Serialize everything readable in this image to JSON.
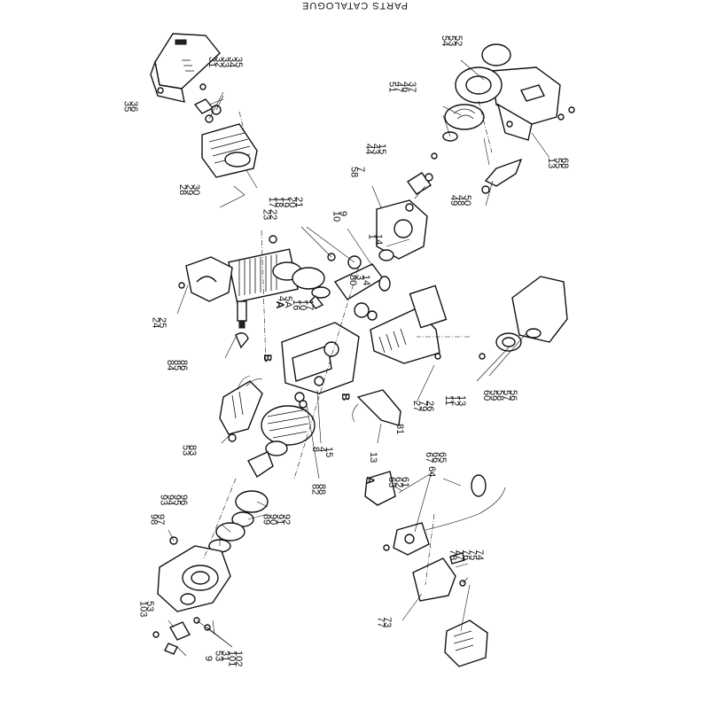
{
  "header": {
    "title": "PARTS CATALOGUE"
  },
  "callouts": [
    {
      "id": "c1",
      "lines": [
        "52",
        "53",
        "54"
      ]
    },
    {
      "id": "c2",
      "lines": [
        "35",
        "34",
        "33",
        "32",
        "31"
      ]
    },
    {
      "id": "c3",
      "lines": [
        "36",
        "35"
      ]
    },
    {
      "id": "c4",
      "lines": [
        "37",
        "46",
        "47",
        "51"
      ]
    },
    {
      "id": "c5",
      "lines": [
        "15",
        "43",
        "44"
      ]
    },
    {
      "id": "c6",
      "lines": [
        "7",
        "58"
      ]
    },
    {
      "id": "c7",
      "lines": [
        "68",
        "55",
        "13"
      ]
    },
    {
      "id": "c8",
      "lines": [
        "30",
        "29",
        "28"
      ]
    },
    {
      "id": "c9",
      "lines": [
        "22",
        "23"
      ]
    },
    {
      "id": "c10",
      "lines": [
        "21",
        "20",
        "19",
        "18",
        "17"
      ]
    },
    {
      "id": "c11",
      "lines": [
        "9",
        "10"
      ]
    },
    {
      "id": "c12",
      "lines": [
        "14",
        "1"
      ]
    },
    {
      "id": "c13",
      "lines": [
        "50",
        "48",
        "49"
      ]
    },
    {
      "id": "c14",
      "lines": [
        "5A",
        "4"
      ]
    },
    {
      "id": "c15",
      "lines": [
        "17",
        "10",
        "16"
      ]
    },
    {
      "id": "c16",
      "lines": [
        "14",
        "3",
        "80"
      ]
    },
    {
      "id": "c17",
      "lines": [
        "25",
        "24"
      ]
    },
    {
      "id": "c18",
      "lines": [
        "86",
        "85",
        "84"
      ]
    },
    {
      "id": "c19",
      "lines": [
        "26",
        "79",
        "27"
      ]
    },
    {
      "id": "c20",
      "lines": [
        "13",
        "12",
        "11"
      ]
    },
    {
      "id": "c21",
      "lines": [
        "56",
        "57",
        "58",
        "59",
        "60"
      ]
    },
    {
      "id": "c22",
      "lines": [
        "81"
      ]
    },
    {
      "id": "c23",
      "lines": [
        "83",
        "53"
      ]
    },
    {
      "id": "c24",
      "lines": [
        "15",
        "4",
        "8"
      ]
    },
    {
      "id": "c25",
      "lines": [
        "13"
      ]
    },
    {
      "id": "c26",
      "lines": [
        "65",
        "66",
        "67"
      ]
    },
    {
      "id": "c27",
      "lines": [
        "61",
        "62",
        "63"
      ]
    },
    {
      "id": "c28",
      "lines": [
        "64"
      ]
    },
    {
      "id": "c29",
      "lines": [
        "88",
        "82"
      ]
    },
    {
      "id": "c30",
      "lines": [
        "96",
        "95",
        "94",
        "93"
      ]
    },
    {
      "id": "c31",
      "lines": [
        "92",
        "91",
        "90",
        "89"
      ]
    },
    {
      "id": "c32",
      "lines": [
        "97",
        "98"
      ]
    },
    {
      "id": "c33",
      "lines": [
        "74",
        "75",
        "76",
        "77",
        "78"
      ]
    },
    {
      "id": "c34",
      "lines": [
        "53",
        "103"
      ]
    },
    {
      "id": "c35",
      "lines": [
        "73",
        "77"
      ]
    },
    {
      "id": "c36",
      "lines": [
        "102",
        "101",
        "31",
        "53"
      ]
    },
    {
      "id": "c37",
      "lines": [
        "9"
      ]
    }
  ],
  "markers": {
    "a1": "A",
    "a2": "A",
    "b1": "B",
    "b2": "B"
  }
}
